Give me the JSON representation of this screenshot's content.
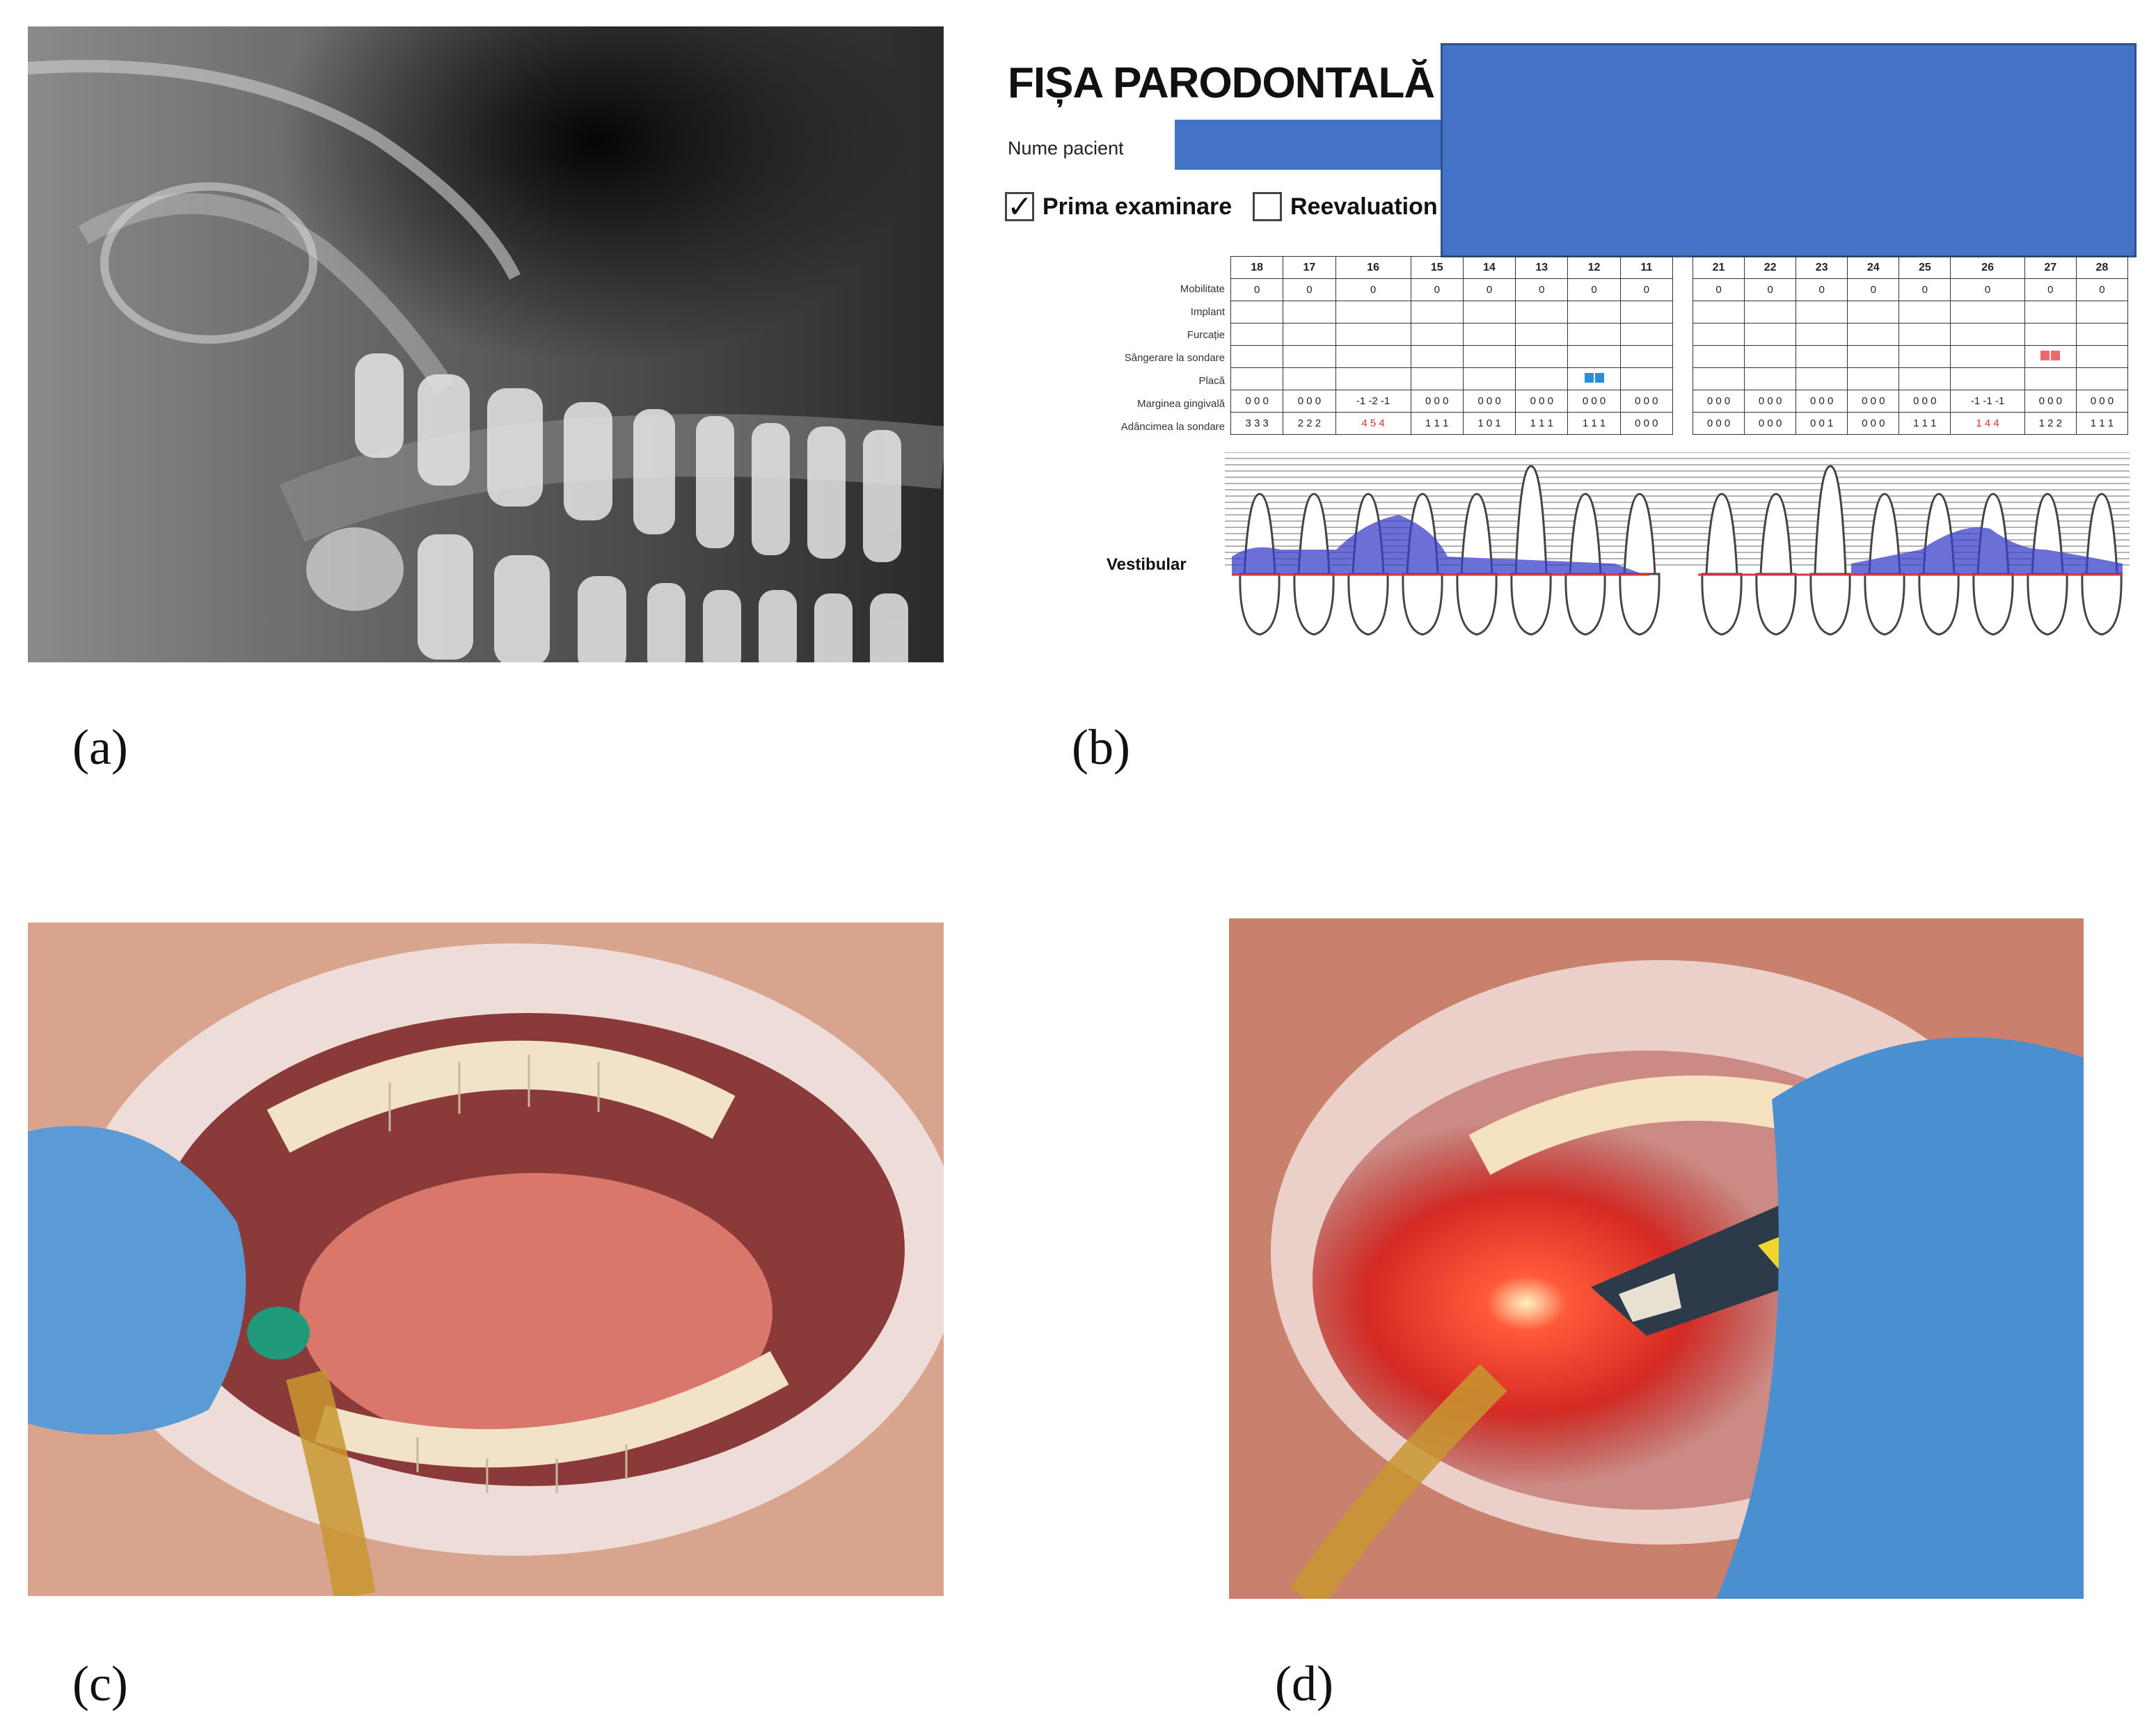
{
  "captions": {
    "a": "(a)",
    "b": "(b)",
    "c": "(c)",
    "d": "(d)"
  },
  "chart": {
    "title": "FIȘA PARODONTALĂ",
    "name_label": "Nume pacient",
    "option_first": {
      "label": "Prima examinare",
      "checked": true,
      "mark": "✓"
    },
    "option_reeval": {
      "label": "Reevaluation",
      "checked": false,
      "mark": ""
    },
    "row_labels": [
      "Mobilitate",
      "Implant",
      "Furcație",
      "Sângerare la sondare",
      "Placă",
      "Marginea gingivală",
      "Adâncimea la sondare"
    ],
    "right_teeth": [
      "18",
      "17",
      "16",
      "15",
      "14",
      "13",
      "12",
      "11"
    ],
    "left_teeth": [
      "21",
      "22",
      "23",
      "24",
      "25",
      "26",
      "27",
      "28"
    ],
    "mobility_right": [
      "0",
      "0",
      "0",
      "0",
      "0",
      "0",
      "0",
      "0"
    ],
    "mobility_left": [
      "0",
      "0",
      "0",
      "0",
      "0",
      "0",
      "0",
      "0"
    ],
    "gingival_right": [
      "0 0 0",
      "0 0 0",
      "-1 -2 -1",
      "0 0 0",
      "0 0 0",
      "0 0 0",
      "0 0 0",
      "0 0 0"
    ],
    "gingival_left": [
      "0 0 0",
      "0 0 0",
      "0 0 0",
      "0 0 0",
      "0 0 0",
      "-1 -1 -1",
      "0 0 0",
      "0 0 0"
    ],
    "probing_right": [
      "3 3 3",
      "2 2 2",
      "4 5 4",
      "1 1 1",
      "1 0 1",
      "1 1 1",
      "1 1 1",
      "0 0 0"
    ],
    "probing_left": [
      "0 0 0",
      "0 0 0",
      "0 0 1",
      "0 0 0",
      "1 1 1",
      "1 4 4",
      "1 2 2",
      "1 1 1"
    ],
    "red_probing_right": [
      2
    ],
    "red_probing_left": [
      5
    ],
    "vestibular_label": "Vestibular",
    "plaque_color": "#2a8fd8",
    "bleeding_color": "#ee6a6a",
    "redaction_color": "#4472c4"
  }
}
